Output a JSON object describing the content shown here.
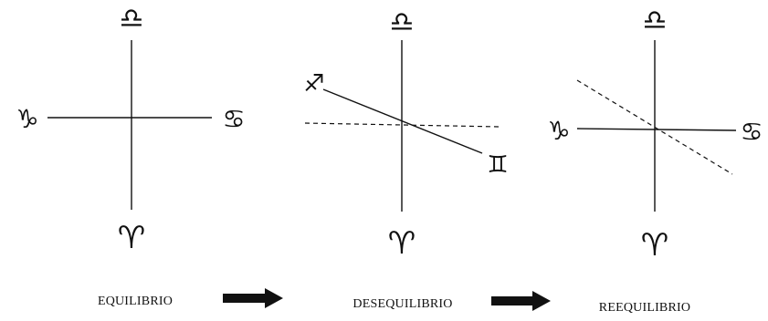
{
  "panels": {
    "equilibrium": {
      "caption": "EQUILIBRIO",
      "top_symbol": "♎",
      "bottom_symbol": "♈",
      "left_symbol": "♑",
      "right_symbol": "♋"
    },
    "disequilibrium": {
      "caption": "DESEQUILIBRIO",
      "top_symbol": "♎",
      "bottom_symbol": "♈",
      "upper_left_symbol": "♐",
      "lower_right_symbol": "♊"
    },
    "reequilibrium": {
      "caption": "REEQUILIBRIO",
      "top_symbol": "♎",
      "bottom_symbol": "♈",
      "left_symbol": "♑",
      "right_symbol": "♋"
    }
  },
  "flow_arrows": [
    "arrow-1",
    "arrow-2"
  ],
  "colors": {
    "ink": "#111111",
    "background": "#ffffff"
  }
}
